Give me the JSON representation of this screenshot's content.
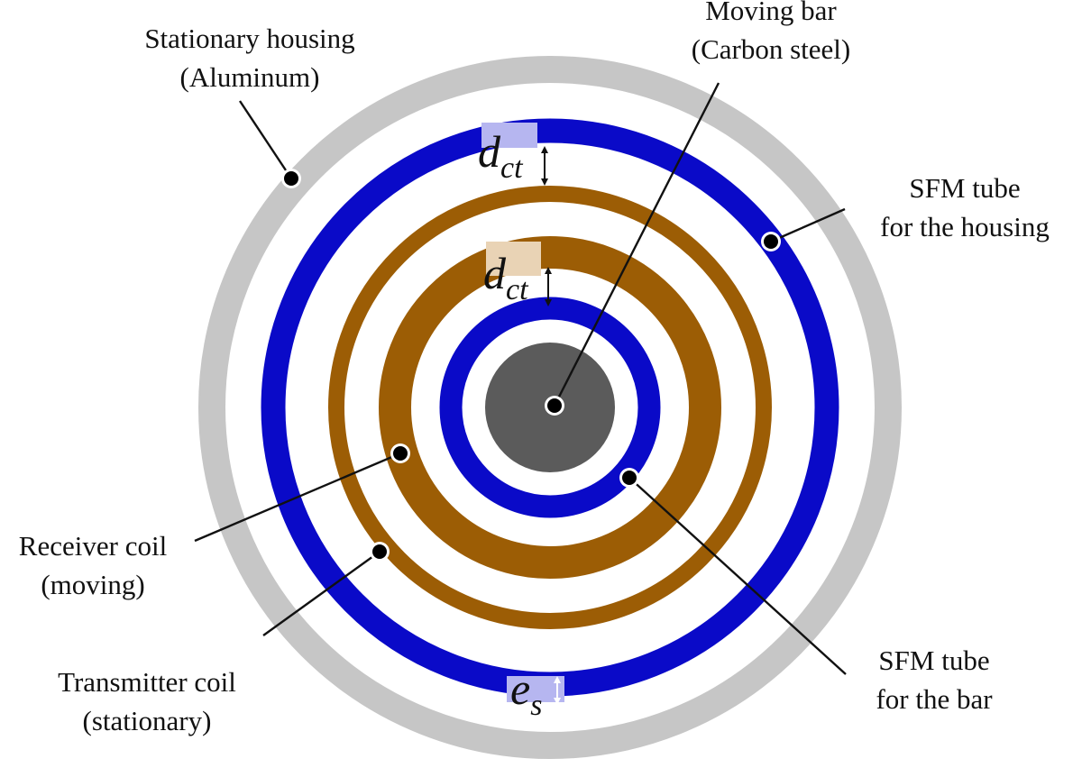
{
  "colors": {
    "housing": "#c6c6c6",
    "sfm_tube": "#0a0ac8",
    "sfm_tube_gap": "#b6b6f0",
    "coil": "#9c5d05",
    "coil_gap": "#e9d3b5",
    "bar": "#5b5b5b",
    "leader": "#111111",
    "dot": "#000000"
  },
  "labels": {
    "housing": {
      "line1": "Stationary housing",
      "line2": "(Aluminum)"
    },
    "bar": {
      "line1": "Moving bar",
      "line2": "(Carbon steel)"
    },
    "sfm_housing": {
      "line1": "SFM tube",
      "line2": "for the housing"
    },
    "receiver": {
      "line1": "Receiver coil",
      "line2": "(moving)"
    },
    "transmitter": {
      "line1": "Transmitter coil",
      "line2": "(stationary)"
    },
    "sfm_bar": {
      "line1": "SFM tube",
      "line2": "for the bar"
    }
  },
  "symbols": {
    "dct_upper": {
      "main": "d",
      "sub": "ct"
    },
    "dct_lower": {
      "main": "d",
      "sub": "ct"
    },
    "es": {
      "main": "e",
      "sub": "s"
    }
  }
}
